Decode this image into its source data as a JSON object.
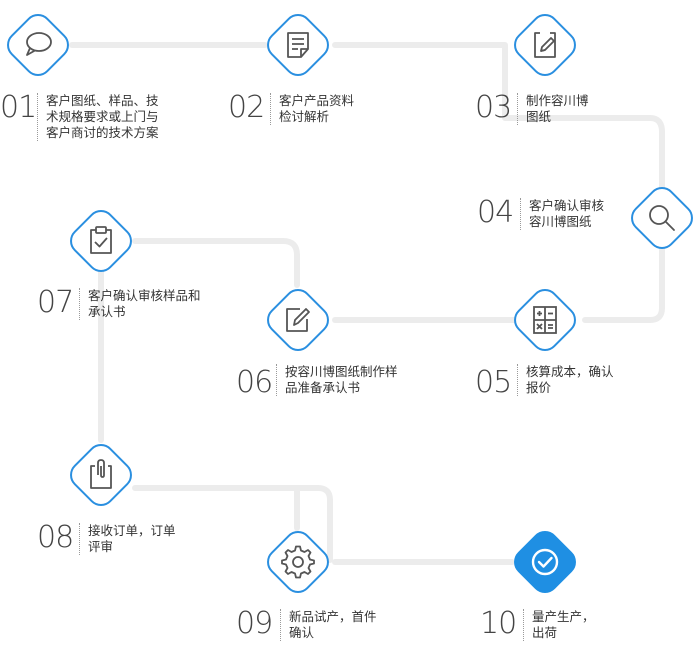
{
  "accent_color": "#1f8fe3",
  "line_color": "#ececec",
  "steps": [
    {
      "num": "01",
      "lines": [
        "客户图纸、样品、技",
        "术规格要求或上门与",
        "客户商讨的技术方案"
      ],
      "icon": "chat-bubble-icon"
    },
    {
      "num": "02",
      "lines": [
        "客户产品资料",
        "检讨解析"
      ],
      "icon": "document-icon"
    },
    {
      "num": "03",
      "lines": [
        "制作容川博",
        "图纸"
      ],
      "icon": "pen-drawing-icon"
    },
    {
      "num": "04",
      "lines": [
        "客户确认审核",
        "容川博图纸"
      ],
      "icon": "magnifier-icon"
    },
    {
      "num": "05",
      "lines": [
        "核算成本，确认",
        "报价"
      ],
      "icon": "calculator-icon"
    },
    {
      "num": "06",
      "lines": [
        "按容川博图纸制作样",
        "品准备承认书"
      ],
      "icon": "edit-icon"
    },
    {
      "num": "07",
      "lines": [
        "客户确认审核样品和",
        "承认书"
      ],
      "icon": "clipboard-check-icon"
    },
    {
      "num": "08",
      "lines": [
        "接收订单，订单",
        "评审"
      ],
      "icon": "clip-document-icon"
    },
    {
      "num": "09",
      "lines": [
        "新品试产，首件",
        "确认"
      ],
      "icon": "gear-icon"
    },
    {
      "num": "10",
      "lines": [
        "量产生产，",
        "出荷"
      ],
      "icon": "checkmark-icon"
    }
  ]
}
